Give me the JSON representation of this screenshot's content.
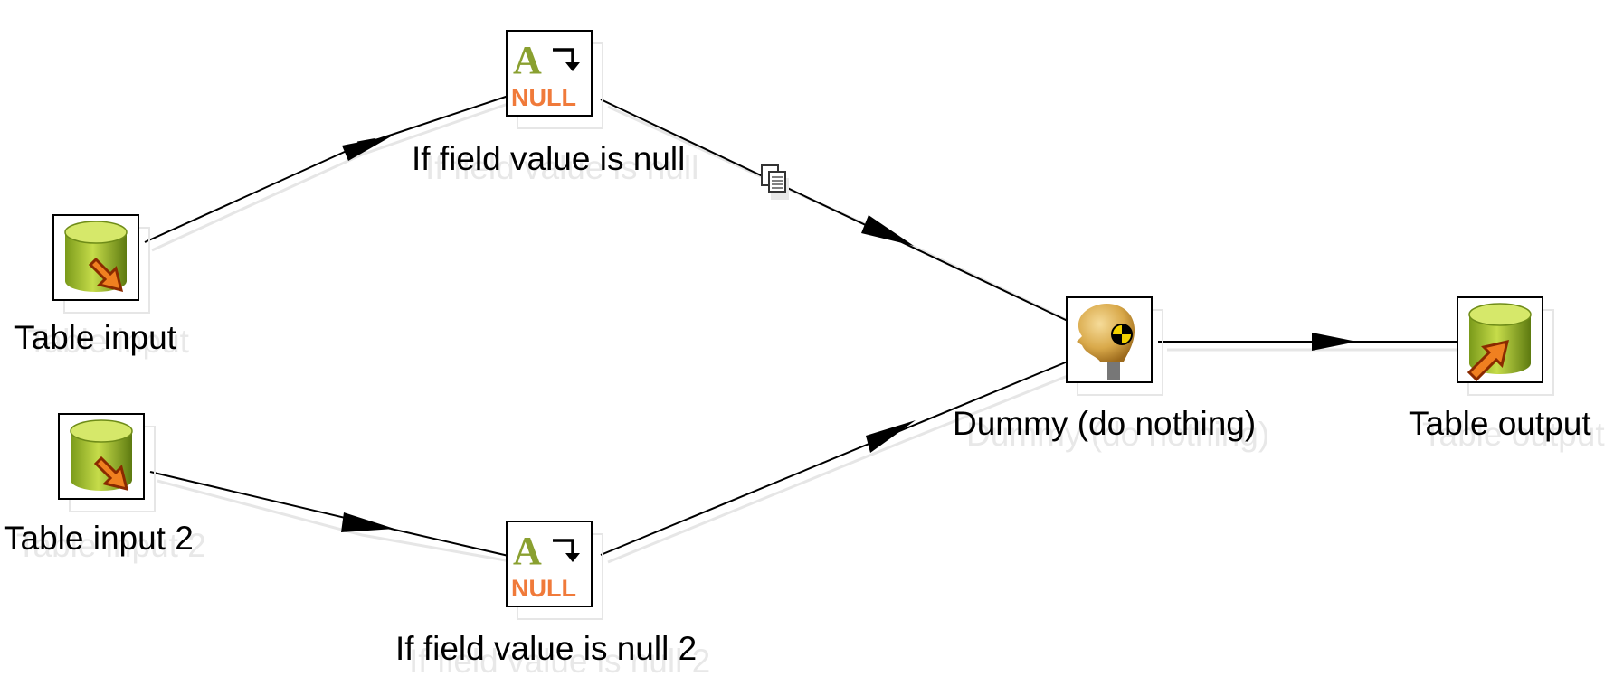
{
  "diagram": {
    "steps": [
      {
        "id": "table_input",
        "label": "Table input",
        "icon": "table-input-icon"
      },
      {
        "id": "table_input_2",
        "label": "Table input 2",
        "icon": "table-input-icon"
      },
      {
        "id": "if_null_1",
        "label": "If field value is null",
        "icon": "if-null-icon"
      },
      {
        "id": "if_null_2",
        "label": "If field value is null 2",
        "icon": "if-null-icon"
      },
      {
        "id": "dummy",
        "label": "Dummy (do nothing)",
        "icon": "dummy-icon"
      },
      {
        "id": "table_output",
        "label": "Table output",
        "icon": "table-output-icon"
      }
    ],
    "hops": [
      {
        "from": "table_input",
        "to": "if_null_1"
      },
      {
        "from": "table_input_2",
        "to": "if_null_2"
      },
      {
        "from": "if_null_1",
        "to": "dummy",
        "marker": "copy-rows-icon"
      },
      {
        "from": "if_null_2",
        "to": "dummy"
      },
      {
        "from": "dummy",
        "to": "table_output"
      }
    ],
    "null_text": "NULL",
    "letter_a": "A"
  }
}
